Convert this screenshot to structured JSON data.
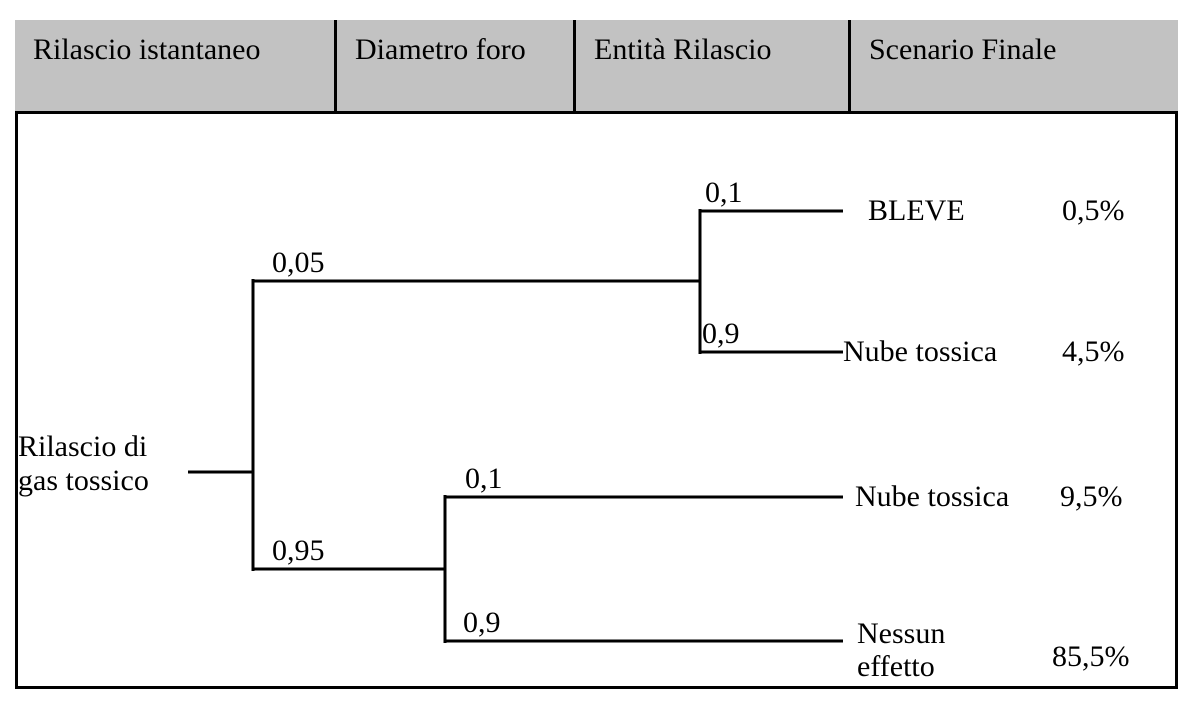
{
  "table": {
    "headers": [
      {
        "label": "Rilascio istantaneo"
      },
      {
        "label": "Diametro foro"
      },
      {
        "label": "Entità Rilascio"
      },
      {
        "label": "Scenario Finale"
      }
    ],
    "header_bg": "#c2c2c2",
    "border_color": "#000000"
  },
  "tree": {
    "root": {
      "line1": "Rilascio di",
      "line2": "gas tossico"
    },
    "branches": {
      "top": {
        "probability": "0,05"
      },
      "bottom": {
        "probability": "0,95"
      },
      "top_upper": {
        "probability": "0,1"
      },
      "top_lower": {
        "probability": "0,9"
      },
      "bottom_upper": {
        "probability": "0,1"
      },
      "bottom_lower": {
        "probability": "0,9"
      }
    },
    "outcomes": [
      {
        "name": "BLEVE",
        "name_line2": "",
        "percent": "0,5%"
      },
      {
        "name": "Nube tossica",
        "name_line2": "",
        "percent": "4,5%"
      },
      {
        "name": "Nube tossica",
        "name_line2": "",
        "percent": "9,5%"
      },
      {
        "name": "Nessun",
        "name_line2": "effetto",
        "percent": "85,5%"
      }
    ]
  }
}
